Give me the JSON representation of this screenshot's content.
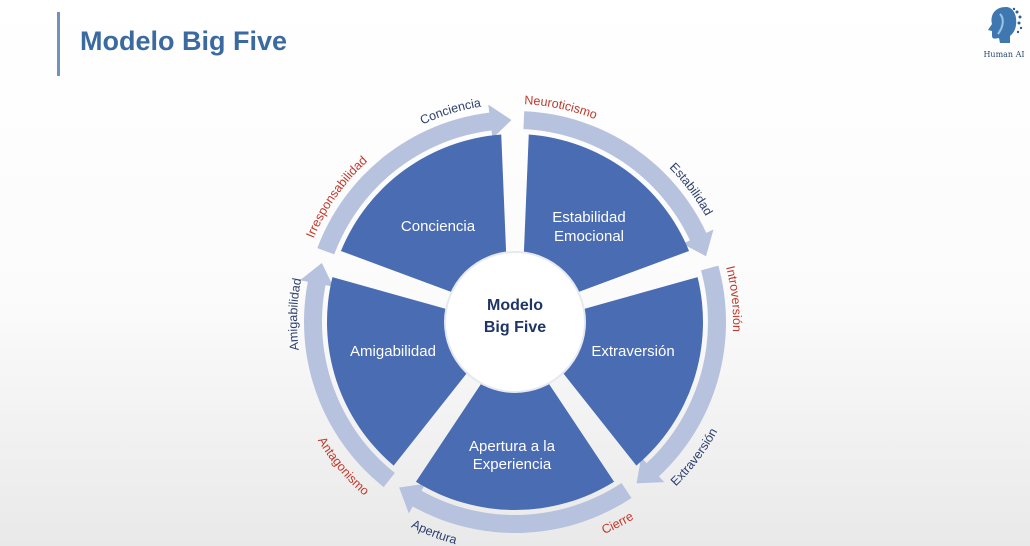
{
  "slide": {
    "title": "Modelo Big Five"
  },
  "logo": {
    "text": "Human AI"
  },
  "diagram": {
    "center_lines": [
      "Modelo",
      "Big Five"
    ],
    "sectors": [
      {
        "lines": [
          "Conciencia"
        ]
      },
      {
        "lines": [
          "Estabilidad",
          "Emocional"
        ]
      },
      {
        "lines": [
          "Extraversión"
        ]
      },
      {
        "lines": [
          "Apertura a la",
          "Experiencia"
        ]
      },
      {
        "lines": [
          "Amigabilidad"
        ]
      }
    ],
    "arrow_labels": {
      "irresponsabilidad": "Irresponsabilidad",
      "conciencia": "Conciencia",
      "neuroticismo": "Neuroticismo",
      "estabilidad": "Estabilidad",
      "introversion": "Introversión",
      "extraversion": "Extraversión",
      "cierre": "Cierre",
      "apertura": "Apertura",
      "antagonismo": "Antagonismo",
      "amigabilidad": "Amigabilidad"
    },
    "colors": {
      "sector": "#4a6cb3",
      "ring": "#b7c2df",
      "negative": "#c0392b",
      "positive": "#2d3f6e",
      "center_text": "#1f3566"
    }
  }
}
